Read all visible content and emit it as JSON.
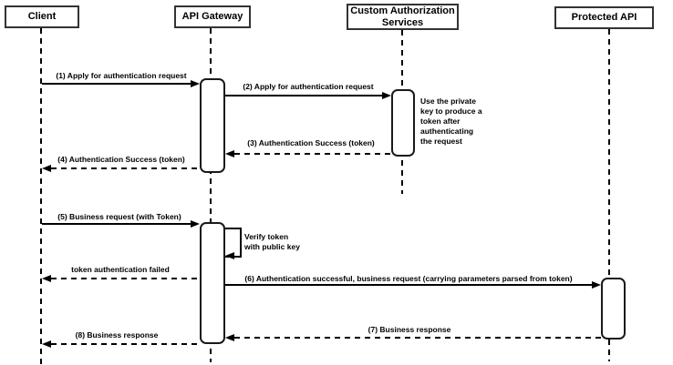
{
  "diagram": {
    "type": "sequence-diagram",
    "colors": {
      "line": "#000000",
      "box_border": "#333333",
      "box_fill": "#ffffff",
      "background": "#ffffff"
    },
    "participants": [
      {
        "id": "client",
        "label": "Client"
      },
      {
        "id": "api-gateway",
        "label": "API Gateway"
      },
      {
        "id": "custom-authorization-services",
        "label_line1": "Custom Authorization",
        "label_line2": "Services"
      },
      {
        "id": "protected-api",
        "label": "Protected API"
      }
    ],
    "messages": [
      {
        "seq": "1",
        "label": "(1) Apply for authentication request",
        "from": "Client",
        "to": "API Gateway",
        "style": "solid"
      },
      {
        "seq": "2",
        "label": "(2) Apply for authentication request",
        "from": "API Gateway",
        "to": "Custom Authorization Services",
        "style": "solid"
      },
      {
        "seq": "3",
        "label": "(3) Authentication Success (token)",
        "from": "Custom Authorization Services",
        "to": "API Gateway",
        "style": "dashed"
      },
      {
        "seq": "4",
        "label": "(4) Authentication Success (token)",
        "from": "API Gateway",
        "to": "Client",
        "style": "dashed"
      },
      {
        "seq": "5",
        "label": "(5) Business request (with Token)",
        "from": "Client",
        "to": "API Gateway",
        "style": "solid"
      },
      {
        "seq": "",
        "label": "token authentication failed",
        "from": "API Gateway",
        "to": "Client",
        "style": "dashed"
      },
      {
        "seq": "6",
        "label": "(6) Authentication successful, business request (carrying parameters parsed from token)",
        "from": "API Gateway",
        "to": "Protected API",
        "style": "solid"
      },
      {
        "seq": "7",
        "label": "(7) Business response",
        "from": "Protected API",
        "to": "API Gateway",
        "style": "dashed"
      },
      {
        "seq": "8",
        "label": "(8) Business response",
        "from": "API Gateway",
        "to": "Client",
        "style": "dashed"
      }
    ],
    "self_message": {
      "on": "API Gateway",
      "label_line1": "Verify token",
      "label_line2": "with public key"
    },
    "note": {
      "attached_to": "Custom Authorization Services",
      "lines": [
        "Use the private",
        "key to produce a",
        "token after",
        "authenticating",
        "the request"
      ]
    }
  }
}
